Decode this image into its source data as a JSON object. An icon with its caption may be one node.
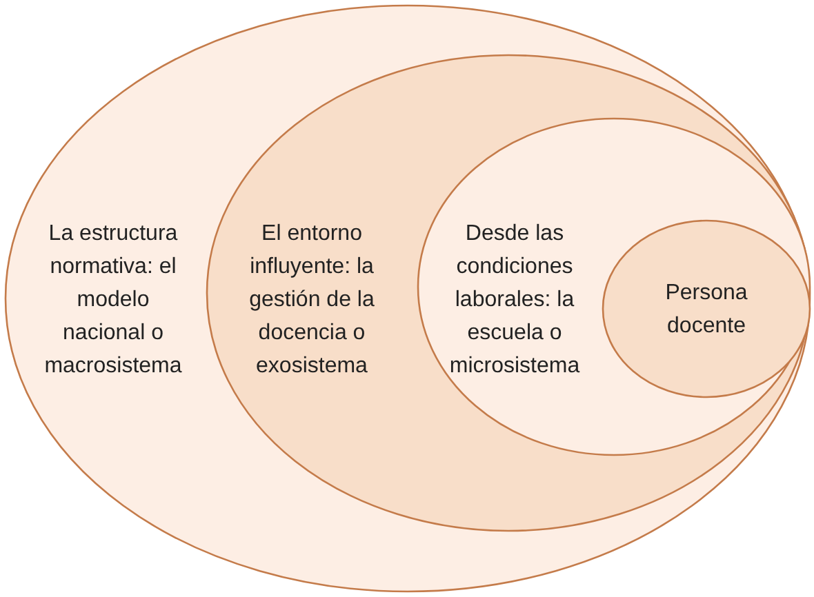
{
  "diagram": {
    "nodes": [
      {
        "text": [
          "La estructura normativa: el modelo nacional o macrosistema"
        ]
      },
      {
        "text": [
          "El entorno influyente: la gestión de la docencia o exosistema"
        ],
        "in": 0
      },
      {
        "text": [
          "Desde las condiciones laborales: la escuela o microsistema"
        ],
        "in": 1
      },
      {
        "text": [
          "Persona docente"
        ],
        "in": 2
      }
    ]
  }
}
